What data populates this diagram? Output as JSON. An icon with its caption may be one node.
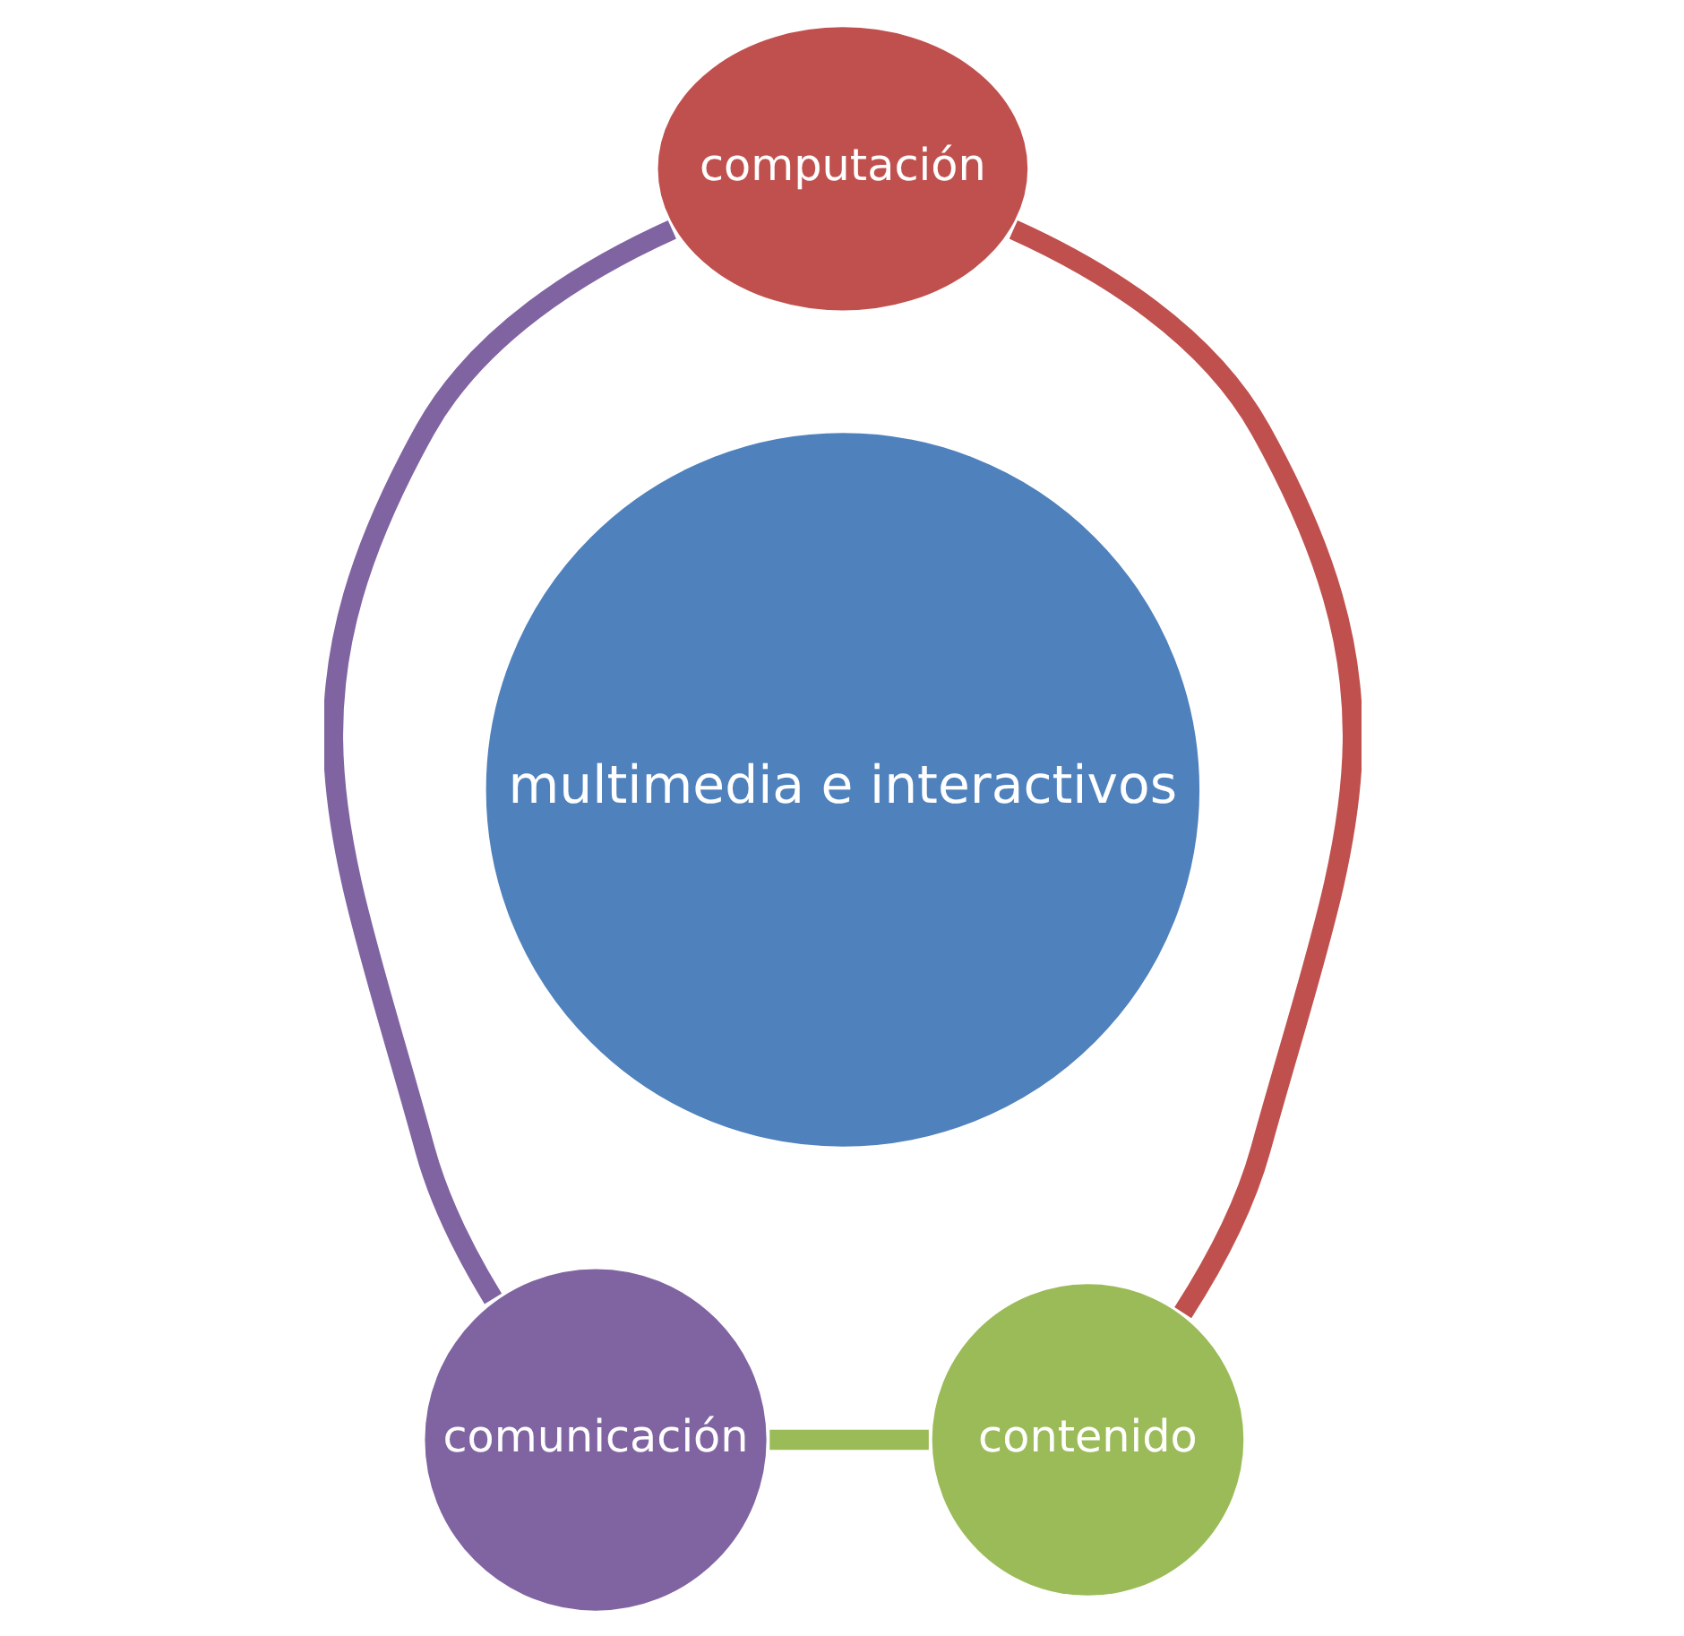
{
  "diagram": {
    "nodes": [
      {
        "text": [
          "computación"
        ]
      },
      {
        "text": [
          "contenido"
        ]
      },
      {
        "text": [
          "comunicación"
        ]
      },
      {
        "text": [
          "multimedia e interactivos"
        ]
      }
    ],
    "edges": [
      {
        "from": 0,
        "to": 1,
        "arrow": "none",
        "color": "#c0504d"
      },
      {
        "from": 1,
        "to": 2,
        "arrow": "none",
        "color": "#9bbb59"
      },
      {
        "from": 2,
        "to": 0,
        "arrow": "none",
        "color": "#8064a2"
      }
    ]
  }
}
